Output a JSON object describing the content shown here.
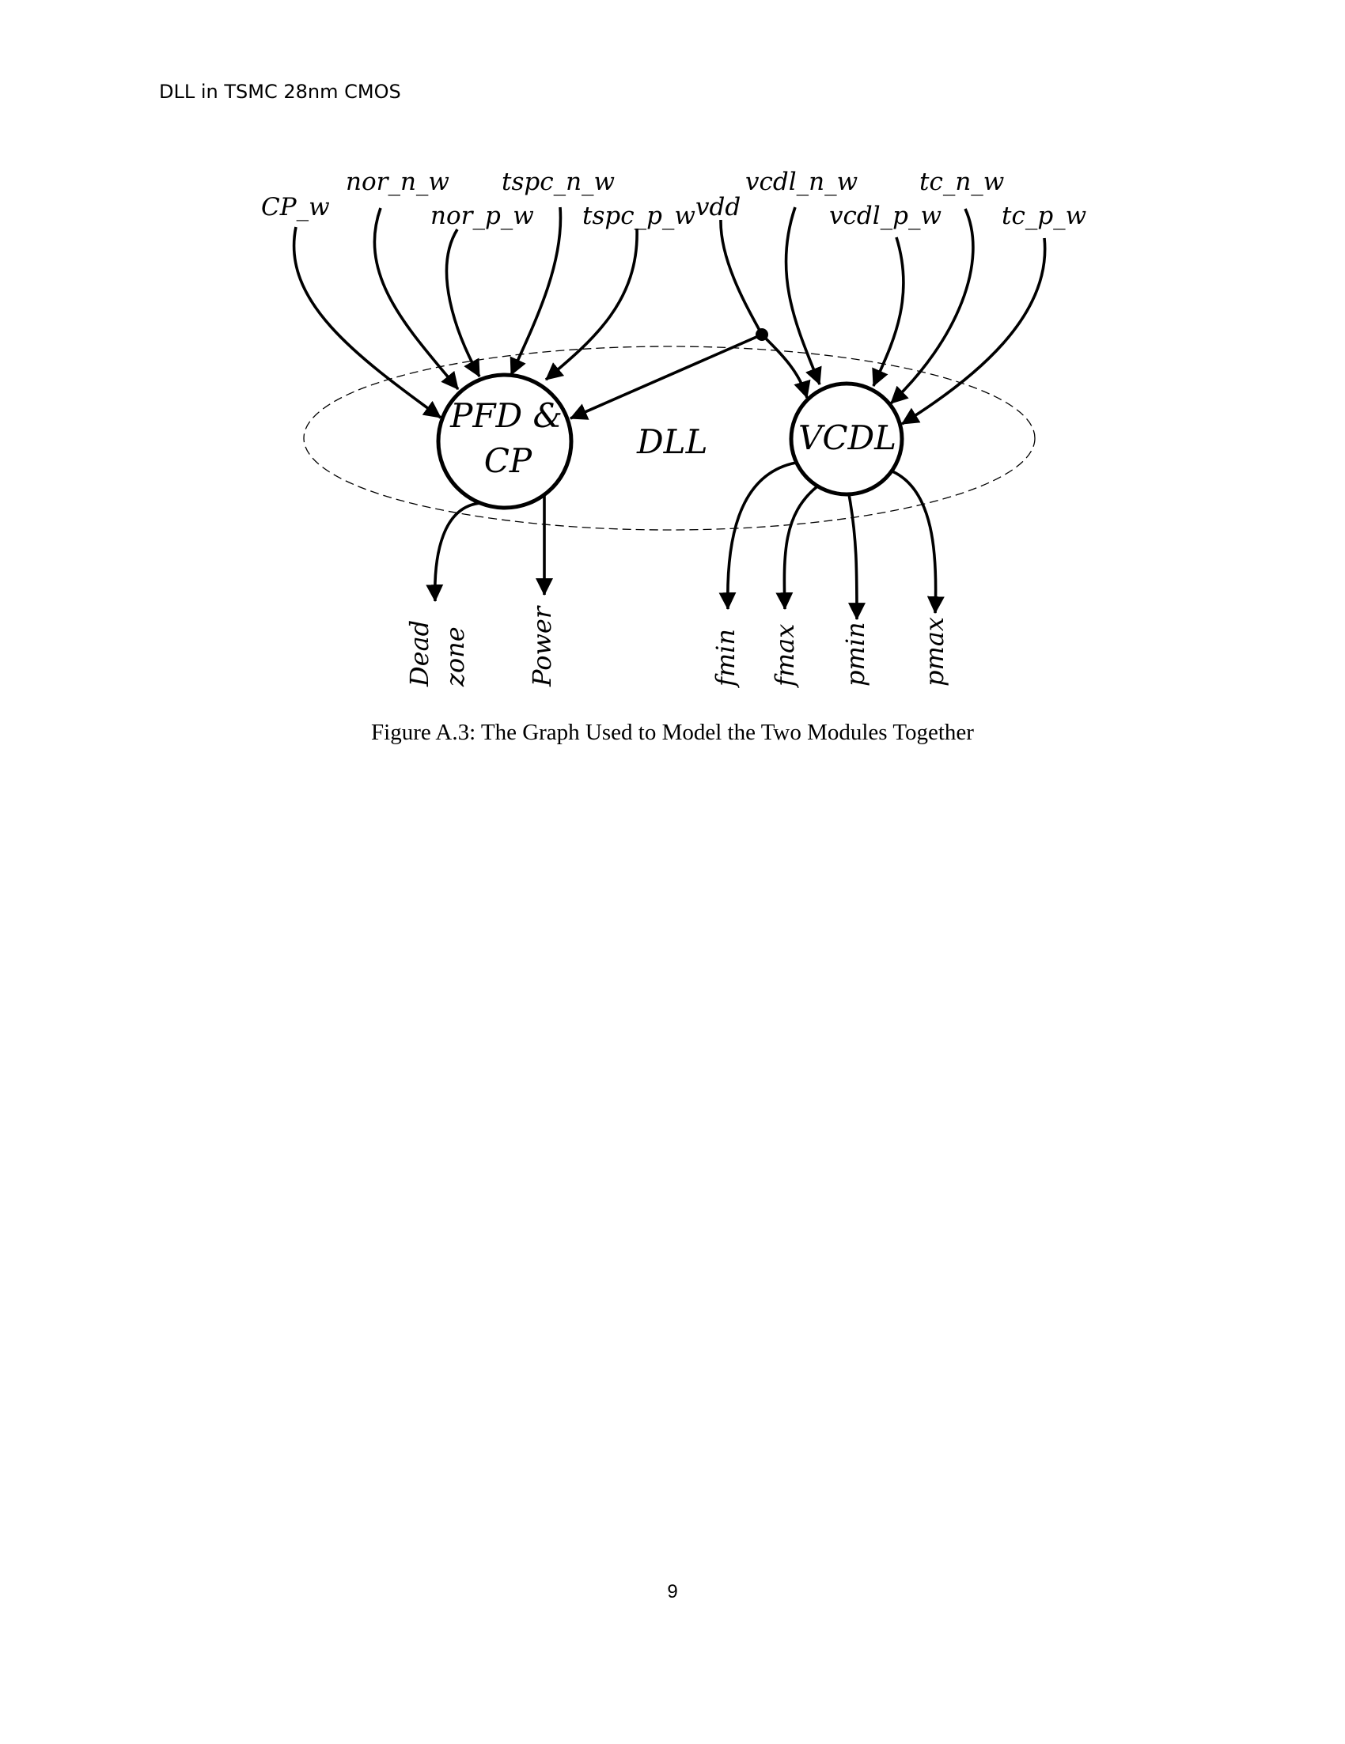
{
  "header": "DLL in TSMC 28nm CMOS",
  "figure": {
    "group_label": "DLL",
    "nodes": {
      "pfd_line1": "PFD &",
      "pfd_line2": "CP",
      "vcdl": "VCDL"
    },
    "inputs": {
      "cp_w": "CP_w",
      "nor_n_w": "nor_n_w",
      "nor_p_w": "nor_p_w",
      "tspc_n_w": "tspc_n_w",
      "tspc_p_w": "tspc_p_w",
      "vdd": "vdd",
      "vcdl_n_w": "vcdl_n_w",
      "vcdl_p_w": "vcdl_p_w",
      "tc_n_w": "tc_n_w",
      "tc_p_w": "tc_p_w"
    },
    "outputs": {
      "dead": "Dead",
      "zone": "zone",
      "power": "Power",
      "fmin": "fmin",
      "fmax": "fmax",
      "pmin": "pmin",
      "pmax": "pmax"
    },
    "caption": "Figure A.3: The Graph Used to Model the Two Modules Together"
  },
  "page_number": "9"
}
